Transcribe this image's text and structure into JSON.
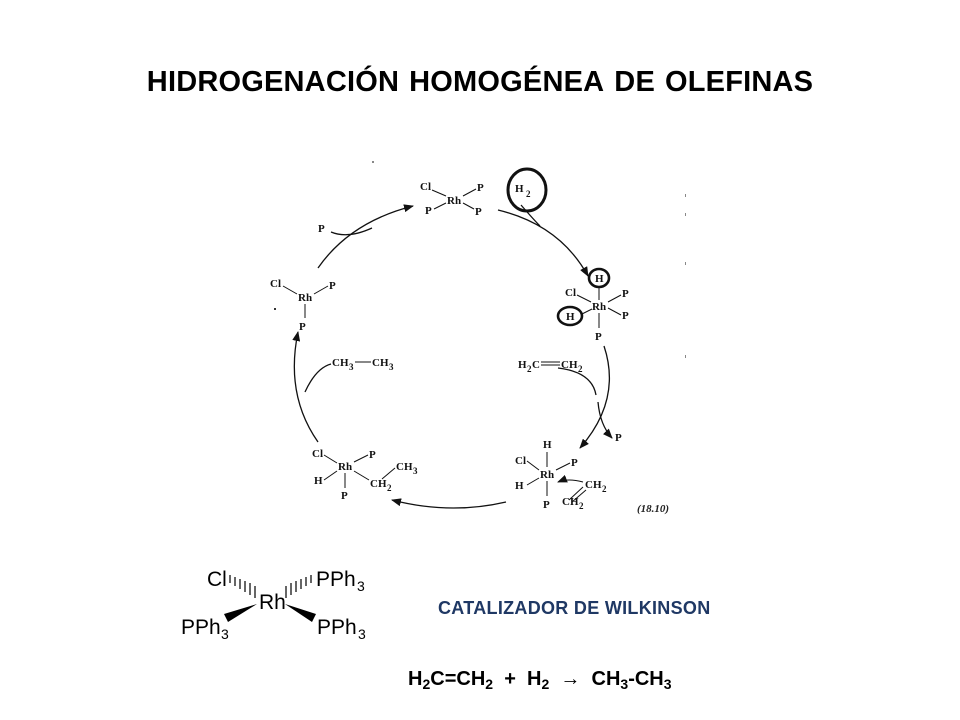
{
  "title": {
    "word1": "HIDROGENACIÓN",
    "word2": "HOMOGÉNEA",
    "word3": "DE",
    "word4": "OLEFINAS"
  },
  "cycle": {
    "c1": {
      "cl": "Cl",
      "rh": "Rh",
      "p1": "P",
      "p2": "P",
      "p3": "P"
    },
    "h2_reagent": {
      "h": "H",
      "sub": "2"
    },
    "c2": {
      "h1": "H",
      "h2": "H",
      "cl": "Cl",
      "rh": "Rh",
      "p1": "P",
      "p2": "P",
      "p3": "P"
    },
    "ethylene": {
      "h": "H",
      "sub2a": "2",
      "c": "C",
      "ch": "CH",
      "sub2b": "2"
    },
    "p_loss": "P",
    "c3": {
      "h_top": "H",
      "cl": "Cl",
      "rh": "Rh",
      "p1": "P",
      "p2": "P",
      "h_low": "H",
      "ch_a": "CH",
      "sub_a": "2",
      "ch_b": "CH",
      "sub_b": "2"
    },
    "c4": {
      "cl": "Cl",
      "rh": "Rh",
      "p1": "P",
      "p2": "P",
      "h": "H",
      "ch3": "CH",
      "sub3": "3",
      "ch2": "CH",
      "sub2": "2"
    },
    "ethane": {
      "ch_a": "CH",
      "sub_a": "3",
      "ch_b": "CH",
      "sub_b": "3"
    },
    "c5": {
      "cl": "Cl",
      "rh": "Rh",
      "p1": "P",
      "p2": "P"
    },
    "p_add": "P",
    "ref": "(18.10)"
  },
  "wilkinson": {
    "cl": "Cl",
    "rh": "Rh",
    "pph_tr": "PPh",
    "sub_tr": "3",
    "pph_bl": "PPh",
    "sub_bl": "3",
    "pph_br": "PPh",
    "sub_br": "3"
  },
  "catalyst_name": "CATALIZADOR DE WILKINSON",
  "equation": {
    "h": "H",
    "s1": "2",
    "c1": "C=CH",
    "s2": "2",
    "plus": "+",
    "h2": "H",
    "s3": "2",
    "arrow": "→",
    "ch3a": "CH",
    "s4": "3",
    "dash": "-CH",
    "s5": "3"
  }
}
